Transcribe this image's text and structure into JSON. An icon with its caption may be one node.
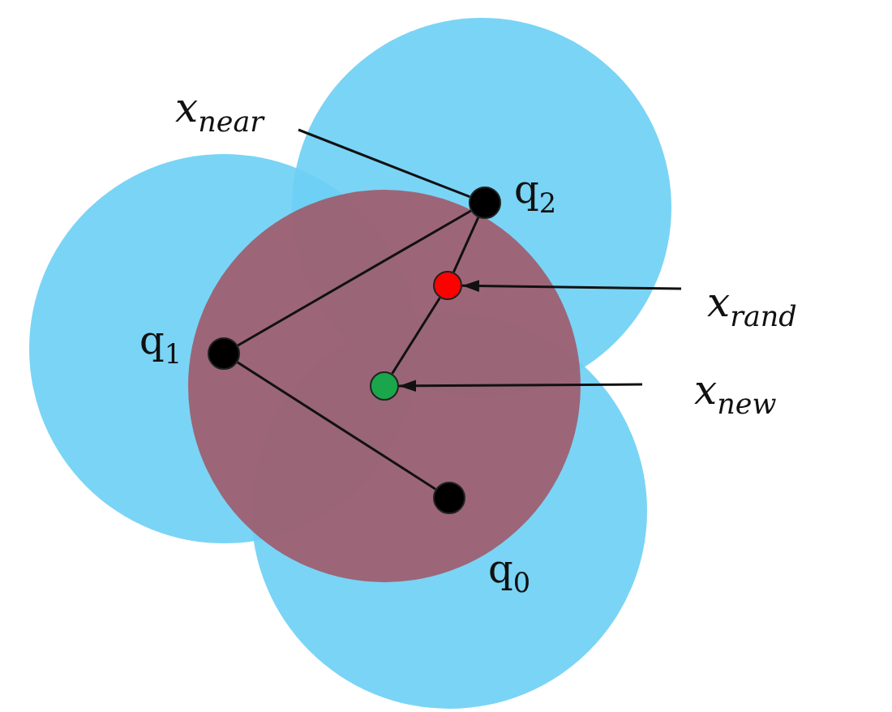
{
  "diagram": {
    "nodes": [
      {
        "text": [],
        "shape": "circle",
        "beside": [
          "q$_{2}$"
        ]
      },
      {
        "text": [],
        "shape": "circle",
        "beside": [
          "q$_{1}$"
        ]
      },
      {
        "text": [],
        "shape": "circle",
        "beside": [
          "q$_{0}$"
        ]
      },
      {
        "text": [],
        "shape": "circle"
      },
      {
        "text": [],
        "shape": "circle"
      },
      {
        "text": [
          "x$_{near}$"
        ]
      },
      {
        "text": [
          "x$_{rand}$"
        ]
      },
      {
        "text": [
          "x$_{new}$"
        ]
      }
    ],
    "edges": [
      {
        "from": 0,
        "to": 1,
        "arrow": "none"
      },
      {
        "from": 1,
        "to": 2,
        "arrow": "none"
      },
      {
        "from": 0,
        "to": 3,
        "arrow": "none"
      },
      {
        "from": 3,
        "to": 4,
        "arrow": "none"
      },
      {
        "from": 5,
        "to": 0,
        "arrow": "none"
      },
      {
        "from": 6,
        "to": 3,
        "arrow": "to"
      },
      {
        "from": 7,
        "to": 4,
        "arrow": "to"
      }
    ]
  }
}
